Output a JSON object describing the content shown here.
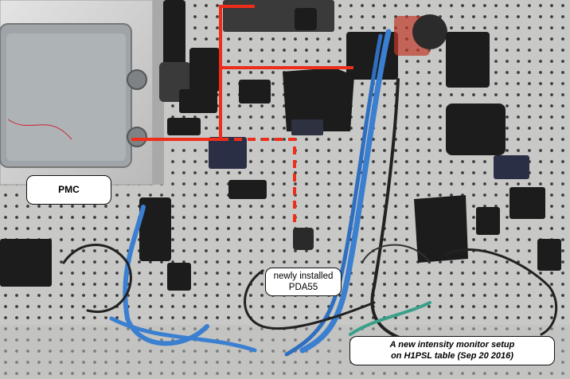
{
  "labels": {
    "pmc": "PMC",
    "pda_line1": "newly installed",
    "pda_line2": "PDA55",
    "caption_line1": "A new intensity monitor setup",
    "caption_line2": "on H1PSL table (Sep 20 2016)"
  },
  "colors": {
    "table": "#c8c8c6",
    "beam": "#ee2e1a",
    "fiber": "#3a7fd0",
    "mount": "#1c1c1c"
  }
}
